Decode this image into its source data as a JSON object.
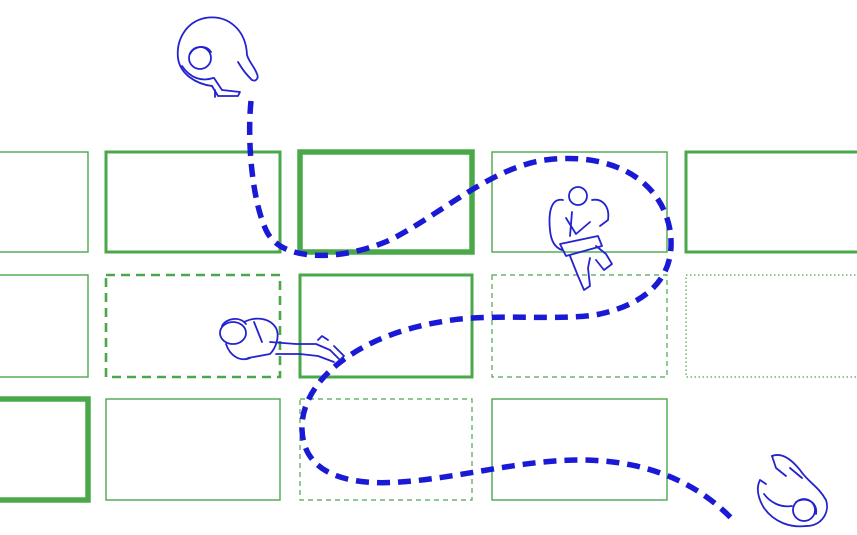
{
  "diagram": {
    "colors": {
      "background": "#ffffff",
      "grid": "#4aa84a",
      "path": "#1a1ad6",
      "figure": "#2323d0"
    },
    "walking_path": {
      "style": "dashed"
    },
    "grid": {
      "rows": 3,
      "cols": 5,
      "tiles": [
        {
          "row": 0,
          "col": 0,
          "style": "thin"
        },
        {
          "row": 0,
          "col": 1,
          "style": "medium"
        },
        {
          "row": 0,
          "col": 2,
          "style": "bold"
        },
        {
          "row": 0,
          "col": 3,
          "style": "thin"
        },
        {
          "row": 0,
          "col": 4,
          "style": "medium"
        },
        {
          "row": 1,
          "col": 0,
          "style": "thin"
        },
        {
          "row": 1,
          "col": 1,
          "style": "dashed-medium"
        },
        {
          "row": 1,
          "col": 2,
          "style": "medium"
        },
        {
          "row": 1,
          "col": 3,
          "style": "dashed-thin"
        },
        {
          "row": 1,
          "col": 4,
          "style": "dotted"
        },
        {
          "row": 2,
          "col": 0,
          "style": "bold"
        },
        {
          "row": 2,
          "col": 1,
          "style": "thin"
        },
        {
          "row": 2,
          "col": 2,
          "style": "dashed-thin"
        },
        {
          "row": 2,
          "col": 3,
          "style": "thin"
        }
      ]
    },
    "figures": [
      {
        "id": "walker-top",
        "icon": "person-walking-icon",
        "pose": "walking"
      },
      {
        "id": "seated-laptop",
        "icon": "person-seated-laptop-icon",
        "pose": "seated"
      },
      {
        "id": "reclining",
        "icon": "person-reclining-icon",
        "pose": "reclining"
      },
      {
        "id": "walker-bottom",
        "icon": "person-walking-icon",
        "pose": "walking"
      }
    ]
  }
}
